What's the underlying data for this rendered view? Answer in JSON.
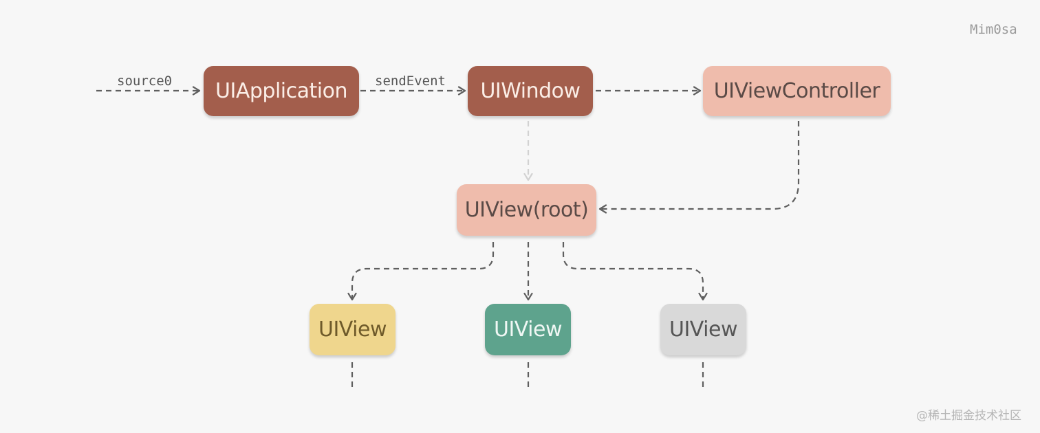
{
  "watermark": "Mim0sa",
  "footer_mark": "@稀土掘金技术社区",
  "colors": {
    "edge": "#5f5f5f",
    "edge_faint": "#d2d2d2",
    "dark_node_bg": "#a35e4c",
    "dark_node_text": "#fbeee7",
    "salmon_node_bg": "#efbcac",
    "salmon_node_text": "#5a4a46",
    "yellow_node_bg": "#efd68d",
    "yellow_node_text": "#6e5a2a",
    "green_node_bg": "#5ea38d",
    "green_node_text": "#f0f7f4",
    "gray_node_bg": "#d9d9d9",
    "gray_node_text": "#555555"
  },
  "nodes": {
    "ui_application": "UIApplication",
    "ui_window": "UIWindow",
    "ui_view_controller": "UIViewController",
    "ui_view_root": "UIView(root)",
    "ui_view_left": "UIView",
    "ui_view_middle": "UIView",
    "ui_view_right": "UIView"
  },
  "edges": {
    "source_label": "source0",
    "send_event_label": "sendEvent"
  }
}
